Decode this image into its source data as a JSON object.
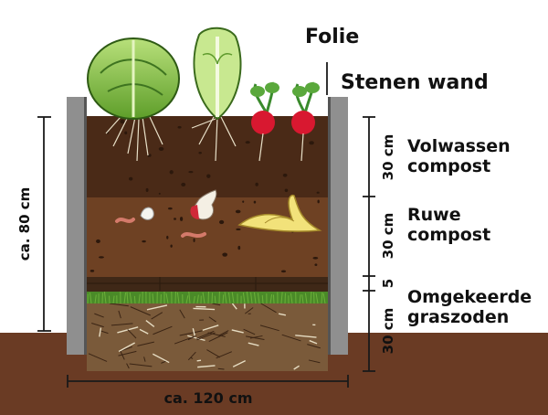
{
  "colors": {
    "ground": "#6a3b24",
    "mature_compost": "#4a2a17",
    "rough_compost": "#6e4123",
    "sod_band": "#3f2817",
    "grass": "#4a8a28",
    "roots_layer": "#7a5a3a",
    "wall": "#8f8f8f",
    "dimension": "#1a1a1a",
    "radish": "#d81830",
    "lettuce": "#7cc040",
    "worm": "#d47a6a"
  },
  "labels": {
    "foil": "Folie",
    "stone_wall": "Stenen wand",
    "mature_compost_line1": "Volwassen",
    "mature_compost_line2": "compost",
    "rough_compost_line1": "Ruwe",
    "rough_compost_line2": "compost",
    "sods_line1": "Omgekeerde",
    "sods_line2": "graszoden"
  },
  "dimensions": {
    "total_height": "ca. 80 cm",
    "width": "ca. 120 cm",
    "layer_mature": "30 cm",
    "layer_rough": "30 cm",
    "layer_band": "5",
    "layer_sods": "30 cm"
  },
  "icons": [
    "lettuce-icon",
    "romaine-icon",
    "radish-icon",
    "worm-icon",
    "banana-peel-icon",
    "apple-core-icon"
  ]
}
